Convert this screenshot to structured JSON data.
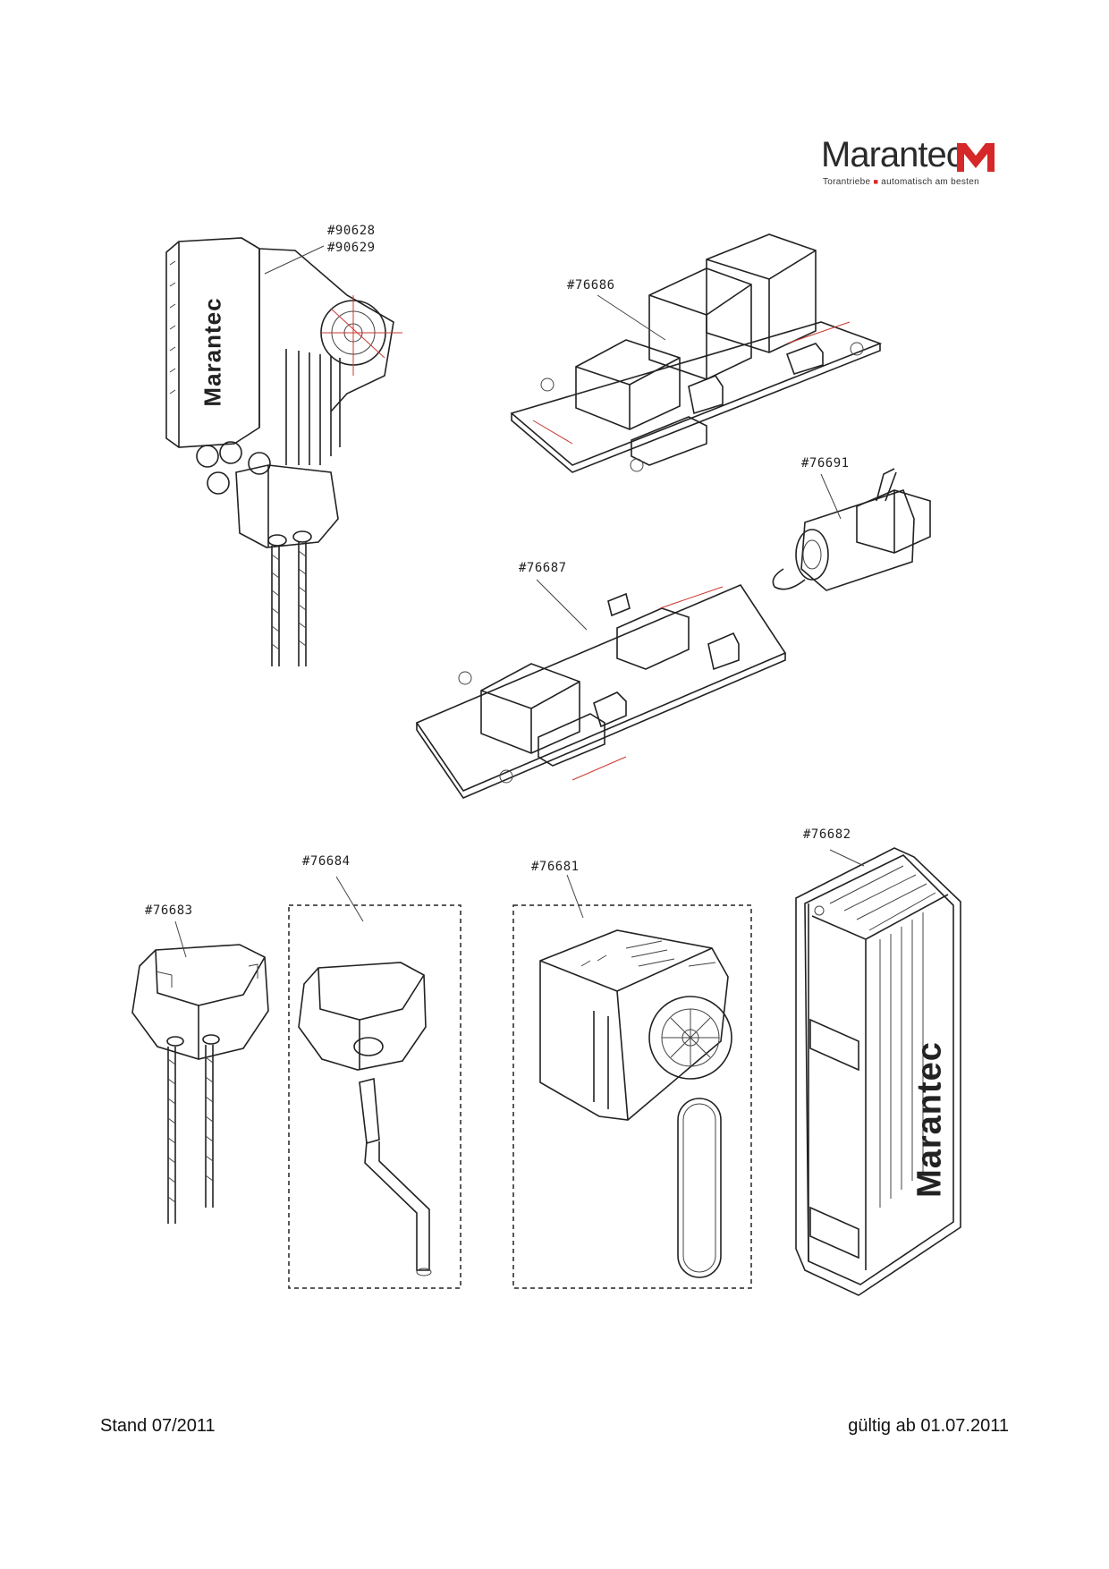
{
  "logo": {
    "brand": "Marantec",
    "tagline_left": "Torantriebe",
    "tagline_right": "automatisch am besten",
    "mark_color": "#d62828"
  },
  "parts": {
    "motor_a": "#90628",
    "motor_b": "#90629",
    "board_large": "#76686",
    "capacitor": "#76691",
    "board_small": "#76687",
    "chain_wheel": "#76683",
    "crank_set": "#76684",
    "gear_unit": "#76681",
    "cover": "#76682"
  },
  "housing_text": "Marantec",
  "footer": {
    "left": "Stand 07/2011",
    "right": "gültig ab 01.07.2011"
  }
}
